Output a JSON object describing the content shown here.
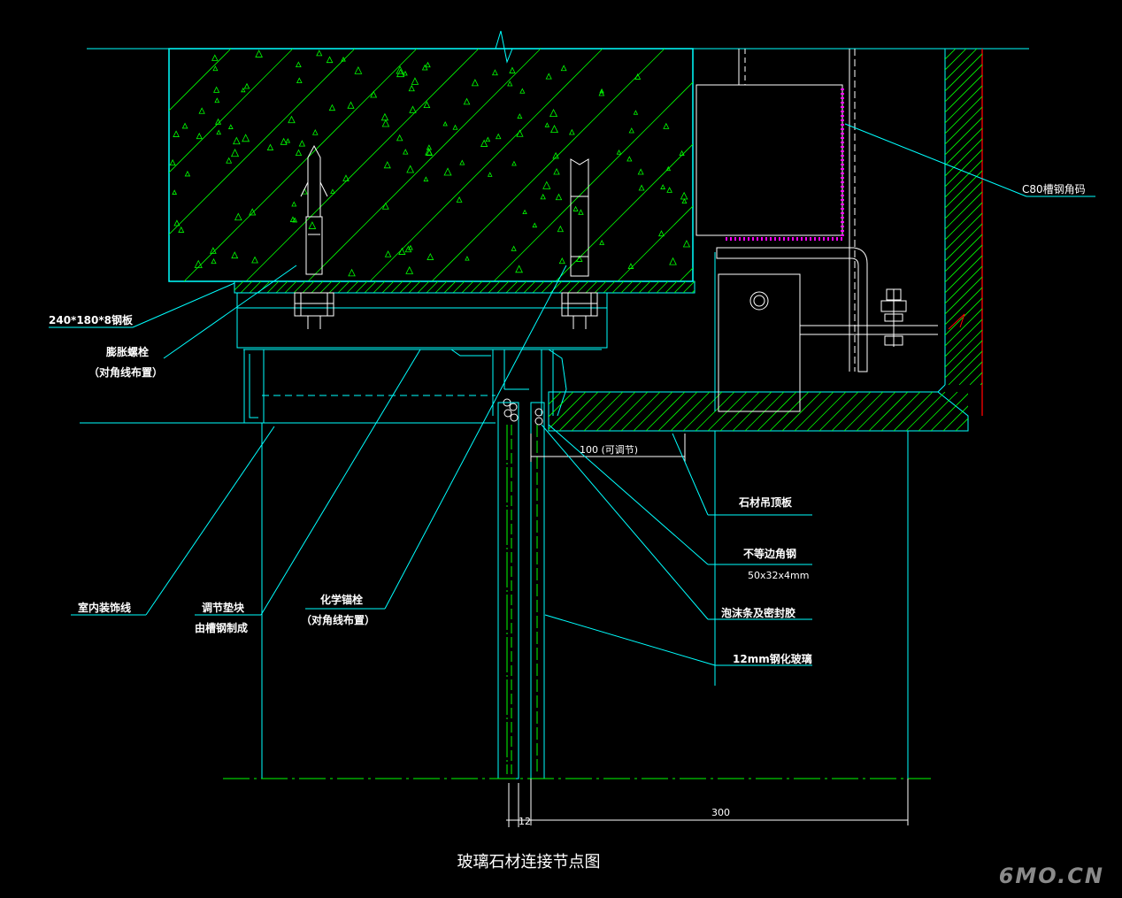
{
  "labels": {
    "steel_plate": "240*180*8钢板",
    "expansion_bolt": "膨胀螺栓",
    "expansion_bolt_note": "（对角线布置）",
    "interior_trim": "室内装饰线",
    "adjust_pad": "调节垫块",
    "adjust_pad_note": "由槽钢制成",
    "chemical_anchor": "化学锚栓",
    "chemical_anchor_note": "（对角线布置）",
    "channel_angle": "C80槽钢角码",
    "stone_ceiling": "石材吊顶板",
    "unequal_angle": "不等边角钢",
    "unequal_angle_size": "50x32x4mm",
    "foam_sealant": "泡沫条及密封胶",
    "tempered_glass": "12mm钢化玻璃"
  },
  "dimensions": {
    "adjustable": "100 (可调节)",
    "glass_thickness": "12",
    "width_300": "300"
  },
  "caption": "玻璃石材连接节点图",
  "watermark": "6MO.CN",
  "colors": {
    "background": "#000000",
    "concrete_line": "#00ffff",
    "hatch": "#00ff00",
    "leader": "#00ffff",
    "magenta": "#ff00ff",
    "red": "#ff0000",
    "text": "#ffffff"
  }
}
